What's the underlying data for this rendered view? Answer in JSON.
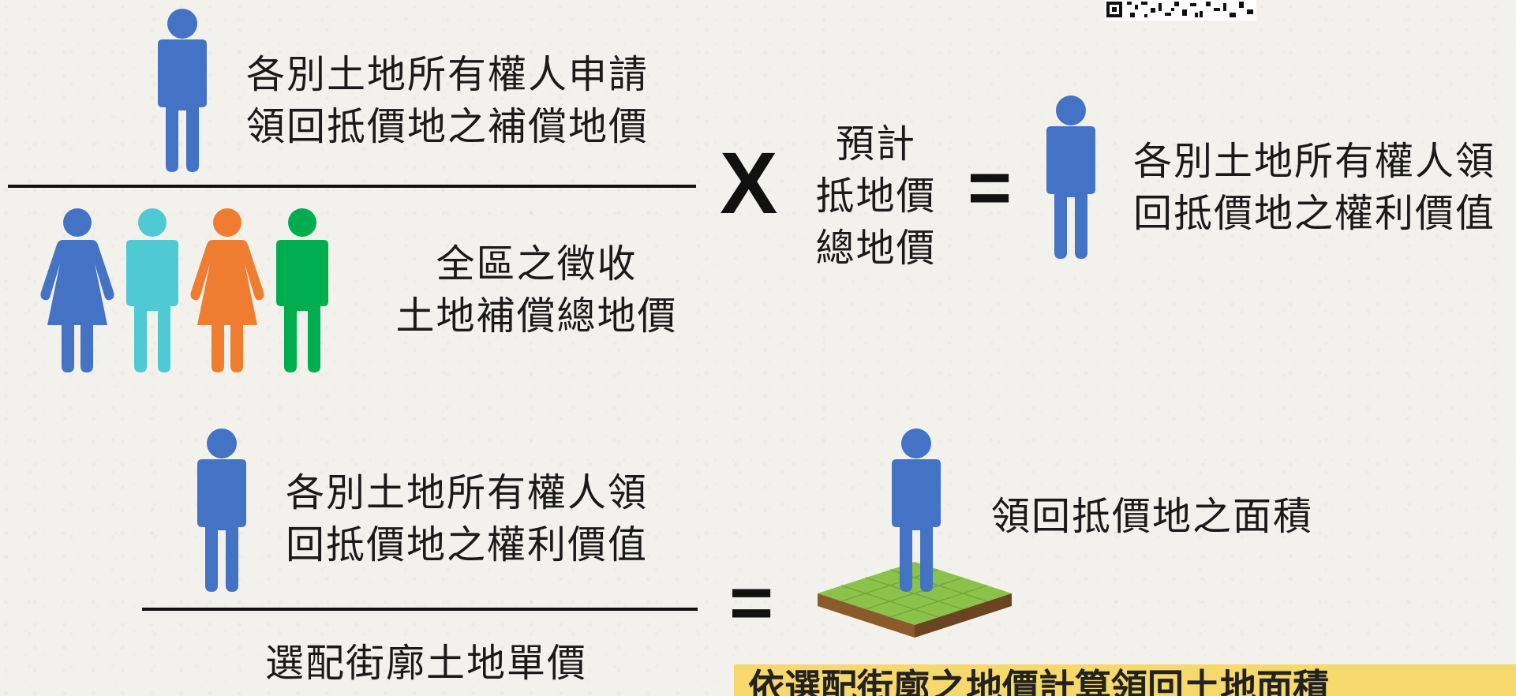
{
  "qr": {
    "icon": "qr-code-icon"
  },
  "formula1": {
    "numerator": [
      "各別土地所有權人申請",
      "領回抵價地之補償地價"
    ],
    "denominator": [
      "全區之徵收",
      "土地補償總地價"
    ],
    "multiply_sign": "X",
    "factor": [
      "預計",
      "抵地價",
      "總地價"
    ],
    "equals_sign": "=",
    "result": [
      "各別土地所有權人領",
      "回抵價地之權利價值"
    ]
  },
  "formula2": {
    "numerator": [
      "各別土地所有權人領",
      "回抵價地之權利價值"
    ],
    "denominator": "選配街廓土地單價",
    "equals_sign": "=",
    "result": "領回抵價地之面積"
  },
  "banner": {
    "text": "依選配街廓之地價計算領回土地面積",
    "color": "#f6d86c"
  },
  "colors": {
    "person_blue": "#4472c4",
    "person_cyan": "#4fc9d3",
    "person_orange": "#ef7d31",
    "person_green": "#00ad4e",
    "grass": "#8bc34a",
    "soil": "#8b5a2b"
  },
  "icons": [
    "person-blue-icon",
    "woman-blue-icon",
    "person-cyan-icon",
    "woman-orange-icon",
    "person-green-icon",
    "grass-tile-icon"
  ]
}
